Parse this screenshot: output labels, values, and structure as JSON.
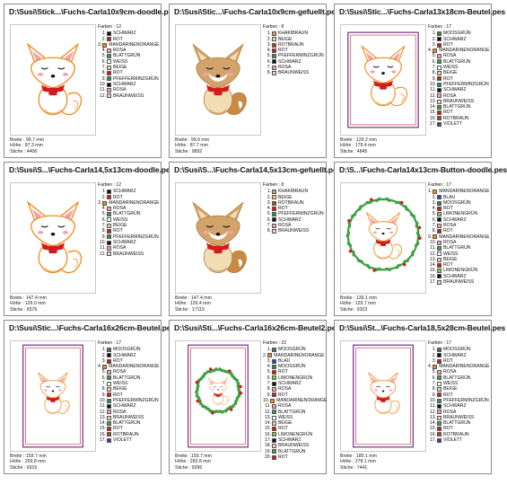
{
  "cards": [
    {
      "title": "D:\\Susi\\Stick...\\Fuchs-Carla10x9cm-doodle.pes",
      "art": "doodle-fox",
      "colors_label": "Farben : 12",
      "colors": [
        {
          "num": "1.",
          "name": "SCHWARZ",
          "hex": "#111111"
        },
        {
          "num": "2.",
          "name": "ROT",
          "hex": "#d01c1c"
        },
        {
          "num": "3.",
          "name": "MANDARINENORANGE",
          "hex": "#f08a1c"
        },
        {
          "num": "4.",
          "name": "ROSA",
          "hex": "#f4a0b4"
        },
        {
          "num": "5.",
          "name": "BLATTGRÜN",
          "hex": "#3fa040"
        },
        {
          "num": "6.",
          "name": "WEISS",
          "hex": "#ffffff"
        },
        {
          "num": "7.",
          "name": "BEIGE",
          "hex": "#e8d2a8"
        },
        {
          "num": "8.",
          "name": "ROT",
          "hex": "#d01c1c"
        },
        {
          "num": "9.",
          "name": "PFEFFERMINZGRÜN",
          "hex": "#2e8f6a"
        },
        {
          "num": "10.",
          "name": "SCHWARZ",
          "hex": "#111111"
        },
        {
          "num": "11.",
          "name": "ROSA",
          "hex": "#f4a0b4"
        },
        {
          "num": "12.",
          "name": "BRAUNWEISS",
          "hex": "#e9d6b8"
        }
      ],
      "width_line": "Breite : 99.7 mm",
      "height_line": "Höhe : 87.3 mm",
      "stitches_line": "Stiche : 4406"
    },
    {
      "title": "D:\\Susi\\Stic...\\Fuchs-Carla10x9cm-gefuellt.pes",
      "art": "filled-fox",
      "colors_label": "Farben : 8",
      "colors": [
        {
          "num": "1.",
          "name": "KHAKIBRAUN",
          "hex": "#c9a06a"
        },
        {
          "num": "2.",
          "name": "BEIGE",
          "hex": "#e8d2a8"
        },
        {
          "num": "3.",
          "name": "ROTBRAUN",
          "hex": "#a8481c"
        },
        {
          "num": "4.",
          "name": "ROT",
          "hex": "#d01c1c"
        },
        {
          "num": "5.",
          "name": "PFEFFERMINZGRÜN",
          "hex": "#2e8f6a"
        },
        {
          "num": "6.",
          "name": "SCHWARZ",
          "hex": "#111111"
        },
        {
          "num": "7.",
          "name": "ROSA",
          "hex": "#f4a0b4"
        },
        {
          "num": "8.",
          "name": "BRAUNWEISS",
          "hex": "#e9d6b8"
        }
      ],
      "width_line": "Breite : 99.6 mm",
      "height_line": "Höhe : 87.7 mm",
      "stitches_line": "Stiche : 9892"
    },
    {
      "title": "D:\\Susi\\Stic...\\Fuchs-Carla13x18cm-Beutel.pes",
      "art": "beutel-fox",
      "colors_label": "Farben : 17",
      "colors": [
        {
          "num": "1.",
          "name": "MOOSGRÜN",
          "hex": "#3f7f3a"
        },
        {
          "num": "2.",
          "name": "SCHWARZ",
          "hex": "#111111"
        },
        {
          "num": "3.",
          "name": "ROT",
          "hex": "#d01c1c"
        },
        {
          "num": "4.",
          "name": "MANDARINENORANGE",
          "hex": "#f08a1c"
        },
        {
          "num": "5.",
          "name": "ROSA",
          "hex": "#f4a0b4"
        },
        {
          "num": "6.",
          "name": "BLATTGRÜN",
          "hex": "#3fa040"
        },
        {
          "num": "7.",
          "name": "WEISS",
          "hex": "#ffffff"
        },
        {
          "num": "8.",
          "name": "BEIGE",
          "hex": "#e8d2a8"
        },
        {
          "num": "9.",
          "name": "ROT",
          "hex": "#d01c1c"
        },
        {
          "num": "10.",
          "name": "PFEFFERMINZGRÜN",
          "hex": "#2e8f6a"
        },
        {
          "num": "11.",
          "name": "SCHWARZ",
          "hex": "#111111"
        },
        {
          "num": "12.",
          "name": "ROSA",
          "hex": "#f4a0b4"
        },
        {
          "num": "13.",
          "name": "BRAUNWEISS",
          "hex": "#e9d6b8"
        },
        {
          "num": "14.",
          "name": "BLATTGRÜN",
          "hex": "#3fa040"
        },
        {
          "num": "15.",
          "name": "ROT",
          "hex": "#d01c1c"
        },
        {
          "num": "16.",
          "name": "ROTBRAUN",
          "hex": "#a8481c"
        },
        {
          "num": "17.",
          "name": "VIOLETT",
          "hex": "#6a2d8a"
        }
      ],
      "width_line": "Breite : 129.2 mm",
      "height_line": "Höhe : 179.4 mm",
      "stitches_line": "Stiche : 4845"
    },
    {
      "title": "D:\\Susi\\S...\\Fuchs-Carla14,5x13cm-doodle.pes",
      "art": "doodle-fox",
      "colors_label": "Farben : 12",
      "colors": [
        {
          "num": "1.",
          "name": "SCHWARZ",
          "hex": "#111111"
        },
        {
          "num": "2.",
          "name": "ROT",
          "hex": "#d01c1c"
        },
        {
          "num": "3.",
          "name": "MANDARINENORANGE",
          "hex": "#f08a1c"
        },
        {
          "num": "4.",
          "name": "ROSA",
          "hex": "#f4a0b4"
        },
        {
          "num": "5.",
          "name": "BLATTGRÜN",
          "hex": "#3fa040"
        },
        {
          "num": "6.",
          "name": "WEISS",
          "hex": "#ffffff"
        },
        {
          "num": "7.",
          "name": "BEIGE",
          "hex": "#e8d2a8"
        },
        {
          "num": "8.",
          "name": "ROT",
          "hex": "#d01c1c"
        },
        {
          "num": "9.",
          "name": "PFEFFERMINZGRÜN",
          "hex": "#2e8f6a"
        },
        {
          "num": "10.",
          "name": "SCHWARZ",
          "hex": "#111111"
        },
        {
          "num": "11.",
          "name": "ROSA",
          "hex": "#f4a0b4"
        },
        {
          "num": "12.",
          "name": "BRAUNWEISS",
          "hex": "#e9d6b8"
        }
      ],
      "width_line": "Breite : 147.4 mm",
      "height_line": "Höhe : 129.0 mm",
      "stitches_line": "Stiche : 6576"
    },
    {
      "title": "D:\\Susi\\S...\\Fuchs-Carla14,5x13cm-gefuellt.pes",
      "art": "filled-fox",
      "colors_label": "Farben : 8",
      "colors": [
        {
          "num": "1.",
          "name": "KHAKIBRAUN",
          "hex": "#c9a06a"
        },
        {
          "num": "2.",
          "name": "BEIGE",
          "hex": "#e8d2a8"
        },
        {
          "num": "3.",
          "name": "ROTBRAUN",
          "hex": "#a8481c"
        },
        {
          "num": "4.",
          "name": "ROT",
          "hex": "#d01c1c"
        },
        {
          "num": "5.",
          "name": "PFEFFERMINZGRÜN",
          "hex": "#2e8f6a"
        },
        {
          "num": "6.",
          "name": "SCHWARZ",
          "hex": "#111111"
        },
        {
          "num": "7.",
          "name": "ROSA",
          "hex": "#f4a0b4"
        },
        {
          "num": "8.",
          "name": "BRAUNWEISS",
          "hex": "#e9d6b8"
        }
      ],
      "width_line": "Breite : 147.4 mm",
      "height_line": "Höhe : 129.4 mm",
      "stitches_line": "Stiche : 17119"
    },
    {
      "title": "D:\\S...\\Fuchs-Carla14x13cm-Button-doodle.pes",
      "art": "wreath-fox",
      "colors_label": "Farben : 17",
      "colors": [
        {
          "num": "1.",
          "name": "MANDARINENORANGE",
          "hex": "#f08a1c"
        },
        {
          "num": "2.",
          "name": "BLAU",
          "hex": "#1c4fb0"
        },
        {
          "num": "3.",
          "name": "MOOSGRÜN",
          "hex": "#3f7f3a"
        },
        {
          "num": "4.",
          "name": "ROT",
          "hex": "#d01c1c"
        },
        {
          "num": "5.",
          "name": "LIMONENGRÜN",
          "hex": "#8cc63f"
        },
        {
          "num": "6.",
          "name": "SCHWARZ",
          "hex": "#111111"
        },
        {
          "num": "7.",
          "name": "ROSA",
          "hex": "#f4a0b4"
        },
        {
          "num": "8.",
          "name": "ROT",
          "hex": "#d01c1c"
        },
        {
          "num": "9.",
          "name": "MANDARINENORANGE",
          "hex": "#f08a1c"
        },
        {
          "num": "10.",
          "name": "ROSA",
          "hex": "#f4a0b4"
        },
        {
          "num": "11.",
          "name": "BLATTGRÜN",
          "hex": "#3fa040"
        },
        {
          "num": "12.",
          "name": "WEISS",
          "hex": "#ffffff"
        },
        {
          "num": "13.",
          "name": "BEIGE",
          "hex": "#e8d2a8"
        },
        {
          "num": "14.",
          "name": "ROT",
          "hex": "#d01c1c"
        },
        {
          "num": "15.",
          "name": "LIMONENGRÜN",
          "hex": "#8cc63f"
        },
        {
          "num": "16.",
          "name": "SCHWARZ",
          "hex": "#111111"
        },
        {
          "num": "17.",
          "name": "BRAUNWEISS",
          "hex": "#e9d6b8"
        }
      ],
      "width_line": "Breite : 139.1 mm",
      "height_line": "Höhe : 129.7 mm",
      "stitches_line": "Stiche : 9323"
    },
    {
      "title": "D:\\Susi\\Stic...\\Fuchs-Carla16x26cm-Beutel.pes",
      "art": "beutel-fox-tall",
      "colors_label": "Farben : 17",
      "colors": [
        {
          "num": "1.",
          "name": "MOOSGRÜN",
          "hex": "#3f7f3a"
        },
        {
          "num": "2.",
          "name": "SCHWARZ",
          "hex": "#111111"
        },
        {
          "num": "3.",
          "name": "ROT",
          "hex": "#d01c1c"
        },
        {
          "num": "4.",
          "name": "MANDARINENORANGE",
          "hex": "#f08a1c"
        },
        {
          "num": "5.",
          "name": "ROSA",
          "hex": "#f4a0b4"
        },
        {
          "num": "6.",
          "name": "BLATTGRÜN",
          "hex": "#3fa040"
        },
        {
          "num": "7.",
          "name": "WEISS",
          "hex": "#ffffff"
        },
        {
          "num": "8.",
          "name": "BEIGE",
          "hex": "#e8d2a8"
        },
        {
          "num": "9.",
          "name": "ROT",
          "hex": "#d01c1c"
        },
        {
          "num": "10.",
          "name": "PFEFFERMINZGRÜN",
          "hex": "#2e8f6a"
        },
        {
          "num": "11.",
          "name": "SCHWARZ",
          "hex": "#111111"
        },
        {
          "num": "12.",
          "name": "ROSA",
          "hex": "#f4a0b4"
        },
        {
          "num": "13.",
          "name": "BRAUNWEISS",
          "hex": "#e9d6b8"
        },
        {
          "num": "14.",
          "name": "BLATTGRÜN",
          "hex": "#3fa040"
        },
        {
          "num": "15.",
          "name": "ROT",
          "hex": "#d01c1c"
        },
        {
          "num": "16.",
          "name": "ROTBRAUN",
          "hex": "#a8481c"
        },
        {
          "num": "17.",
          "name": "VIOLETT",
          "hex": "#6a2d8a"
        }
      ],
      "width_line": "Breite : 159.7 mm",
      "height_line": "Höhe : 259.8 mm",
      "stitches_line": "Stiche : 6915"
    },
    {
      "title": "D:\\Susi\\Sti...\\Fuchs-Carla16x26cm-Beutel2.pes",
      "art": "beutel-wreath",
      "colors_label": "Farben : 22",
      "colors": [
        {
          "num": "1.",
          "name": "MOOSGRÜN",
          "hex": "#3f7f3a"
        },
        {
          "num": "2.",
          "name": "MANDARINENORANGE",
          "hex": "#f08a1c"
        },
        {
          "num": "3.",
          "name": "BLAU",
          "hex": "#1c4fb0"
        },
        {
          "num": "4.",
          "name": "MOOSGRÜN",
          "hex": "#3f7f3a"
        },
        {
          "num": "5.",
          "name": "ROT",
          "hex": "#d01c1c"
        },
        {
          "num": "6.",
          "name": "LIMONENGRÜN",
          "hex": "#8cc63f"
        },
        {
          "num": "7.",
          "name": "SCHWARZ",
          "hex": "#111111"
        },
        {
          "num": "8.",
          "name": "ROSA",
          "hex": "#f4a0b4"
        },
        {
          "num": "9.",
          "name": "ROT",
          "hex": "#d01c1c"
        },
        {
          "num": "10.",
          "name": "MANDARINENORANGE",
          "hex": "#f08a1c"
        },
        {
          "num": "11.",
          "name": "ROSA",
          "hex": "#f4a0b4"
        },
        {
          "num": "12.",
          "name": "BLATTGRÜN",
          "hex": "#3fa040"
        },
        {
          "num": "13.",
          "name": "WEISS",
          "hex": "#ffffff"
        },
        {
          "num": "14.",
          "name": "BEIGE",
          "hex": "#e8d2a8"
        },
        {
          "num": "15.",
          "name": "ROT",
          "hex": "#d01c1c"
        },
        {
          "num": "16.",
          "name": "LIMONENGRÜN",
          "hex": "#8cc63f"
        },
        {
          "num": "17.",
          "name": "SCHWARZ",
          "hex": "#111111"
        },
        {
          "num": "18.",
          "name": "BRAUNWEISS",
          "hex": "#e9d6b8"
        },
        {
          "num": "19.",
          "name": "BLATTGRÜN",
          "hex": "#3fa040"
        },
        {
          "num": "20.",
          "name": "ROT",
          "hex": "#d01c1c"
        }
      ],
      "width_line": "Breite : 159.7 mm",
      "height_line": "Höhe : 260.8 mm",
      "stitches_line": "Stiche : 9396"
    },
    {
      "title": "D:\\Susi\\St...\\Fuchs-Carla18,5x28cm-Beutel.pes",
      "art": "beutel-fox-tall",
      "colors_label": "Farben : 17",
      "colors": [
        {
          "num": "1.",
          "name": "MOOSGRÜN",
          "hex": "#3f7f3a"
        },
        {
          "num": "2.",
          "name": "SCHWARZ",
          "hex": "#111111"
        },
        {
          "num": "3.",
          "name": "ROT",
          "hex": "#d01c1c"
        },
        {
          "num": "4.",
          "name": "MANDARINENORANGE",
          "hex": "#f08a1c"
        },
        {
          "num": "5.",
          "name": "ROSA",
          "hex": "#f4a0b4"
        },
        {
          "num": "6.",
          "name": "BLATTGRÜN",
          "hex": "#3fa040"
        },
        {
          "num": "7.",
          "name": "WEISS",
          "hex": "#ffffff"
        },
        {
          "num": "8.",
          "name": "BEIGE",
          "hex": "#e8d2a8"
        },
        {
          "num": "9.",
          "name": "ROT",
          "hex": "#d01c1c"
        },
        {
          "num": "10.",
          "name": "PFEFFERMINZGRÜN",
          "hex": "#2e8f6a"
        },
        {
          "num": "11.",
          "name": "SCHWARZ",
          "hex": "#111111"
        },
        {
          "num": "12.",
          "name": "ROSA",
          "hex": "#f4a0b4"
        },
        {
          "num": "13.",
          "name": "BRAUNWEISS",
          "hex": "#e9d6b8"
        },
        {
          "num": "14.",
          "name": "BLATTGRÜN",
          "hex": "#3fa040"
        },
        {
          "num": "15.",
          "name": "ROT",
          "hex": "#d01c1c"
        },
        {
          "num": "16.",
          "name": "ROTBRAUN",
          "hex": "#a8481c"
        },
        {
          "num": "17.",
          "name": "VIOLETT",
          "hex": "#6a2d8a"
        }
      ],
      "width_line": "Breite : 185.1 mm",
      "height_line": "Höhe : 278.1 mm",
      "stitches_line": "Stiche : 7441"
    }
  ]
}
